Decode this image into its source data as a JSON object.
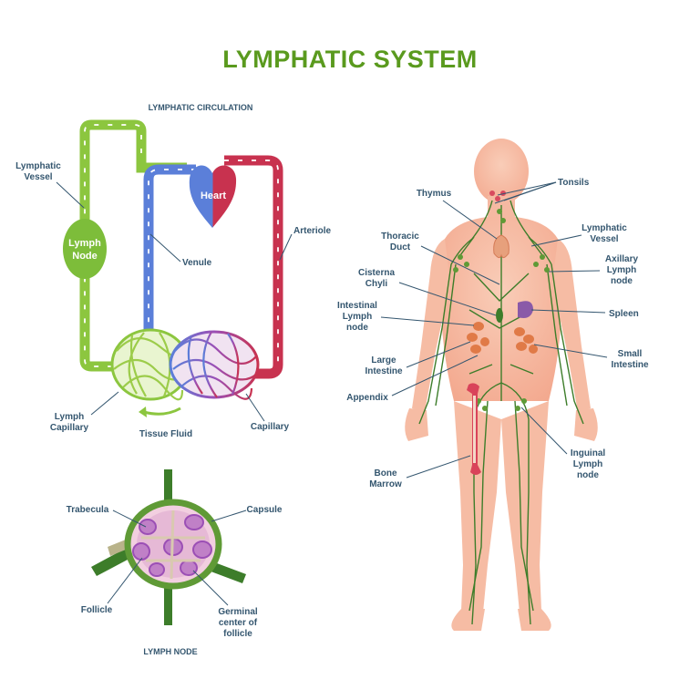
{
  "title": "LYMPHATIC SYSTEM",
  "circulation": {
    "heading": "LYMPHATIC CIRCULATION",
    "lymphatic_vessel": [
      "Lymphatic",
      "Vessel"
    ],
    "lymph_node": [
      "Lymph",
      "Node"
    ],
    "heart": "Heart",
    "venule": "Venule",
    "arteriole": "Arteriole",
    "lymph_capillary": [
      "Lymph",
      "Capillary"
    ],
    "tissue_fluid": "Tissue Fluid",
    "capillary": "Capillary"
  },
  "node_section": {
    "heading": "LYMPH NODE",
    "trabecula": "Trabecula",
    "capsule": "Capsule",
    "follicle": "Follicle",
    "germinal": [
      "Germinal",
      "center of",
      "follicle"
    ]
  },
  "body": {
    "tonsils": "Tonsils",
    "thymus": "Thymus",
    "thoracic_duct": [
      "Thoracic",
      "Duct"
    ],
    "lymphatic_vessel": [
      "Lymphatic",
      "Vessel"
    ],
    "cisterna_chyli": [
      "Cisterna",
      "Chyli"
    ],
    "axillary": [
      "Axillary",
      "Lymph",
      "node"
    ],
    "intestinal": [
      "Intestinal",
      "Lymph",
      "node"
    ],
    "spleen": "Spleen",
    "large_intestine": [
      "Large",
      "Intestine"
    ],
    "small_intestine": [
      "Small",
      "Intestine"
    ],
    "appendix": "Appendix",
    "inguinal": [
      "Inguinal",
      "Lymph",
      "node"
    ],
    "bone_marrow": [
      "Bone",
      "Marrow"
    ]
  },
  "colors": {
    "title": "#5a9a1e",
    "lymph": "#8cc63f",
    "vein": "#5b7fd9",
    "artery": "#c8324f",
    "label": "#34566f",
    "skin": "#f7c0aa",
    "vessel": "#3d7d2a"
  }
}
